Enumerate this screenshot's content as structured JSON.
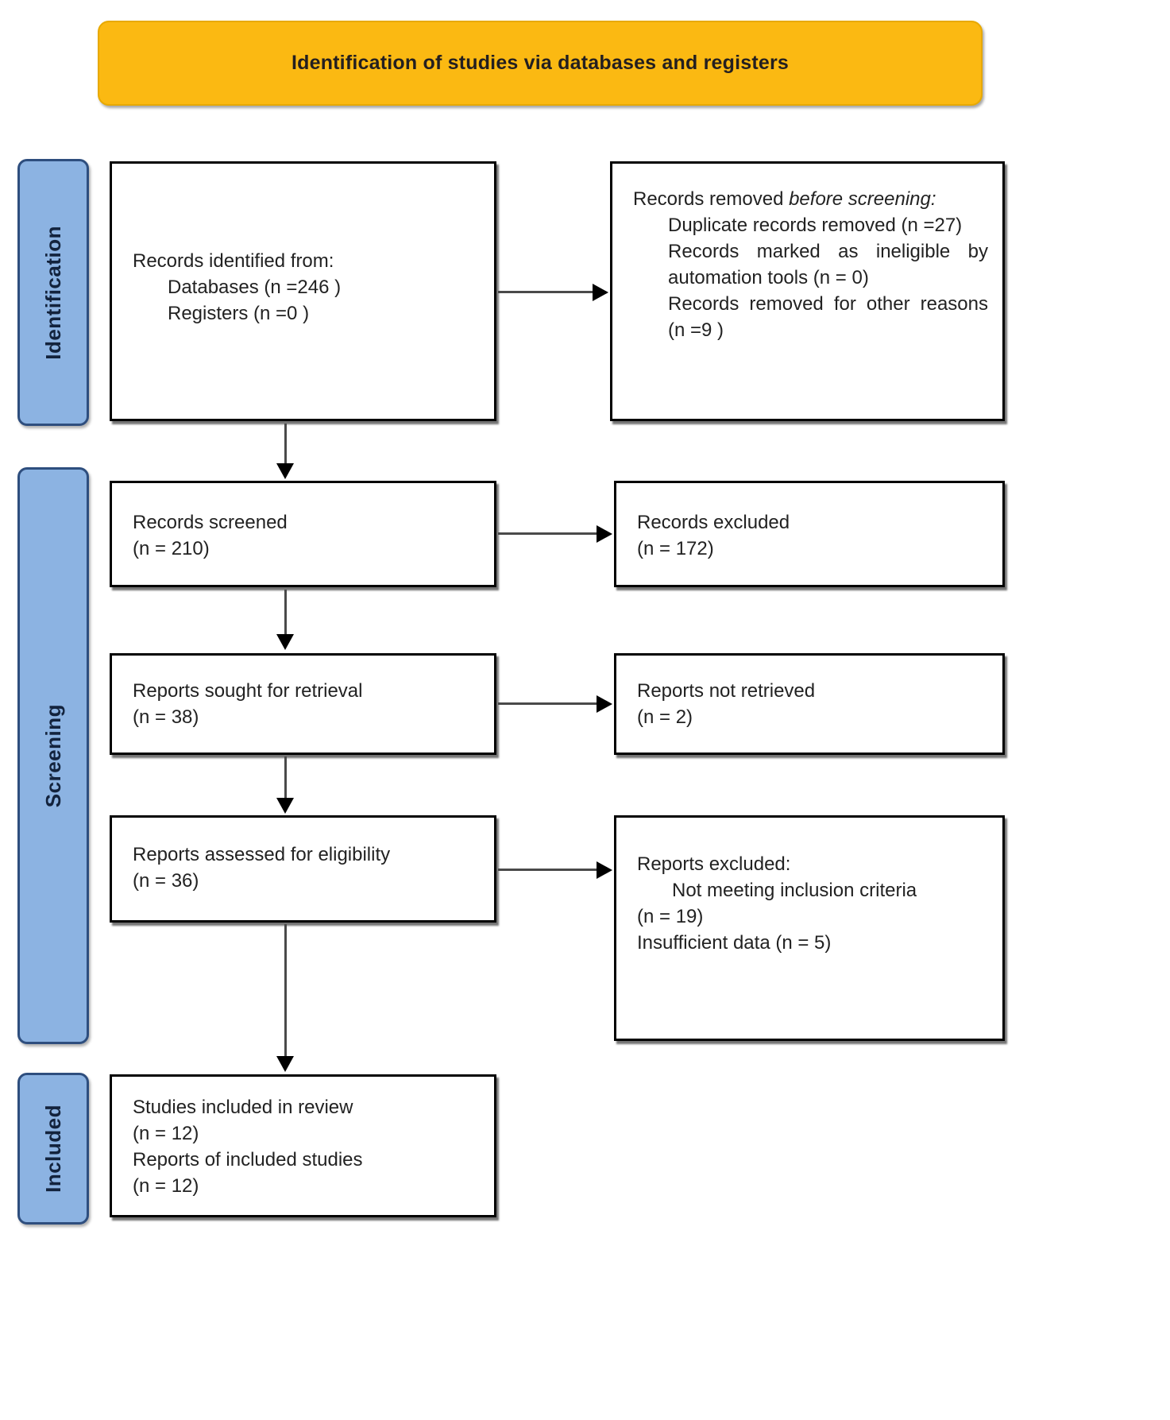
{
  "header": {
    "title": "Identification of studies via databases and registers"
  },
  "phases": [
    {
      "name": "identification",
      "label": "Identification"
    },
    {
      "name": "screening",
      "label": "Screening"
    },
    {
      "name": "included",
      "label": "Included"
    }
  ],
  "colors": {
    "banner_fill": "#FBB912",
    "phase_fill": "#8CB3E2",
    "phase_border": "#2E4E7E",
    "box_border": "#000000",
    "connector": "#4a4a4a"
  },
  "boxes": {
    "records_identified": {
      "line1": "Records identified from:",
      "line2": "Databases (n =246 )",
      "line3": "Registers (n =0 )"
    },
    "records_removed": {
      "lead": "Records removed ",
      "lead_italic": "before screening",
      "lead_colon": ":",
      "item1": "Duplicate records removed (n =27)",
      "item2": "Records marked as ineligible by automation tools (n = 0)",
      "item3": "Records removed for other reasons (n =9 )"
    },
    "records_screened": {
      "line1": "Records screened",
      "line2": "(n = 210)"
    },
    "records_excluded": {
      "line1": "Records excluded",
      "line2": "(n = 172)"
    },
    "reports_sought": {
      "line1": "Reports sought for retrieval",
      "line2": "(n = 38)"
    },
    "reports_not_retrieved": {
      "line1": "Reports not retrieved",
      "line2": "(n = 2)"
    },
    "reports_assessed": {
      "line1": "Reports assessed for eligibility",
      "line2": "(n = 36)"
    },
    "reports_excluded": {
      "line1": "Reports excluded:",
      "line2": "Not meeting inclusion criteria",
      "line3": "(n = 19)",
      "line4": "Insufficient data (n = 5)"
    },
    "studies_included": {
      "line1": "Studies included in review",
      "line2": "(n = 12)",
      "line3": "Reports of included studies",
      "line4": "(n = 12)"
    }
  },
  "chart_data": {
    "type": "diagram",
    "title": "PRISMA 2020 flow diagram",
    "nodes": [
      {
        "id": "records_identified",
        "phase": "Identification",
        "n_databases": 246,
        "n_registers": 0
      },
      {
        "id": "records_removed",
        "phase": "Identification",
        "n_duplicates": 27,
        "n_automation_ineligible": 0,
        "n_other_reasons": 9
      },
      {
        "id": "records_screened",
        "phase": "Screening",
        "n": 210
      },
      {
        "id": "records_excluded",
        "phase": "Screening",
        "n": 172
      },
      {
        "id": "reports_sought",
        "phase": "Screening",
        "n": 38
      },
      {
        "id": "reports_not_retrieved",
        "phase": "Screening",
        "n": 2
      },
      {
        "id": "reports_assessed",
        "phase": "Screening",
        "n": 36
      },
      {
        "id": "reports_excluded",
        "phase": "Screening",
        "n_not_meeting_criteria": 19,
        "n_insufficient_data": 5
      },
      {
        "id": "studies_included",
        "phase": "Included",
        "n_studies": 12,
        "n_reports": 12
      }
    ],
    "edges": [
      {
        "from": "records_identified",
        "to": "records_removed"
      },
      {
        "from": "records_identified",
        "to": "records_screened"
      },
      {
        "from": "records_screened",
        "to": "records_excluded"
      },
      {
        "from": "records_screened",
        "to": "reports_sought"
      },
      {
        "from": "reports_sought",
        "to": "reports_not_retrieved"
      },
      {
        "from": "reports_sought",
        "to": "reports_assessed"
      },
      {
        "from": "reports_assessed",
        "to": "reports_excluded"
      },
      {
        "from": "reports_assessed",
        "to": "studies_included"
      }
    ]
  }
}
